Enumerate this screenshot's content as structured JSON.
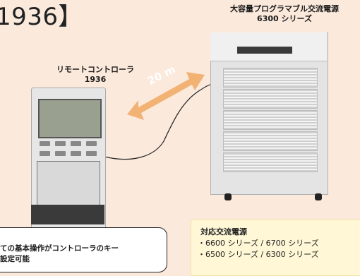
{
  "heading": "1936】",
  "remote": {
    "label_line1": "リモートコントローラ",
    "label_line2": "1936"
  },
  "psu": {
    "label_line1": "大容量プログラマブル交流電源",
    "label_line2": "6300 シリーズ"
  },
  "distance": "20 m",
  "callout": {
    "line1": "ての基本操作がコントローラのキー",
    "line2": "設定可能"
  },
  "compatible": {
    "title": "対応交流電源",
    "lines": [
      "・6600 シリーズ / 6700 シリーズ",
      "・6500 シリーズ / 6300 シリーズ"
    ]
  },
  "colors": {
    "arrow": "#f2b274",
    "background": "#fbe9dc",
    "compat_box": "#fff7d6"
  }
}
